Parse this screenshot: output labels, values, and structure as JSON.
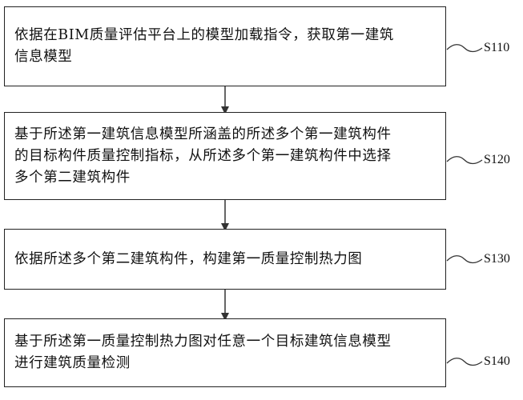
{
  "steps": [
    {
      "id": "S110",
      "text": "依据在BIM质量评估平台上的模型加载指令，获取第一建筑\n信息模型"
    },
    {
      "id": "S120",
      "text": "基于所述第一建筑信息模型所涵盖的所述多个第一建筑构件\n的目标构件质量控制指标，从所述多个第一建筑构件中选择\n多个第二建筑构件"
    },
    {
      "id": "S130",
      "text": "依据所述多个第二建筑构件，构建第一质量控制热力图"
    },
    {
      "id": "S140",
      "text": "基于所述第一质量控制热力图对任意一个目标建筑信息模型\n进行建筑质量检测"
    }
  ]
}
